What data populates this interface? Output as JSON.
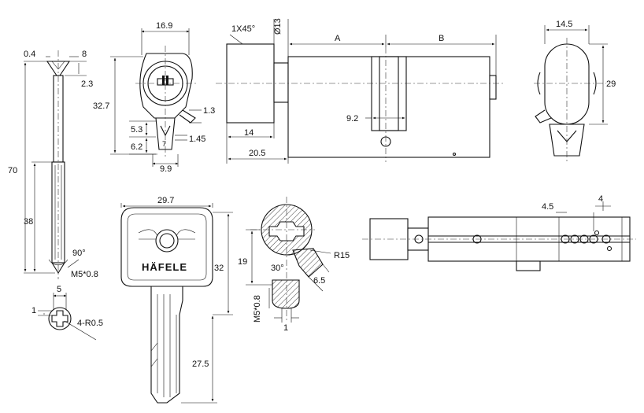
{
  "dimensions": {
    "d_16_9": "16.9",
    "d_chamfer": "1X45°",
    "d_dia13": "Ø13",
    "d_A": "A",
    "d_B": "B",
    "d_14_5": "14.5",
    "d_0_4": "0.4",
    "d_8": "8",
    "d_2_3": "2.3",
    "d_32_7": "32.7",
    "d_1_3": "1.3",
    "d_5_3": "5.3",
    "d_6_2": "6.2",
    "d_1_45": "1.45",
    "d_9_9": "9.9",
    "d_9_2": "9.2",
    "d_14": "14",
    "d_20_5": "20.5",
    "d_29": "29",
    "d_70": "70",
    "d_38": "38",
    "d_90deg": "90°",
    "d_m5_0_8_screw": "M5*0.8",
    "d_5": "5",
    "d_1_head": "1",
    "d_4_r0_5": "4-R0.5",
    "d_29_7": "29.7",
    "d_32": "32",
    "d_27_5": "27.5",
    "d_19": "19",
    "d_r15": "R15",
    "d_30deg": "30°",
    "d_6_5": "6.5",
    "d_m5_0_8_vert": "M5*0.8",
    "d_1_section": "1",
    "d_4_5": "4.5",
    "d_4": "4"
  },
  "key": {
    "brand": "HÄFELE"
  }
}
